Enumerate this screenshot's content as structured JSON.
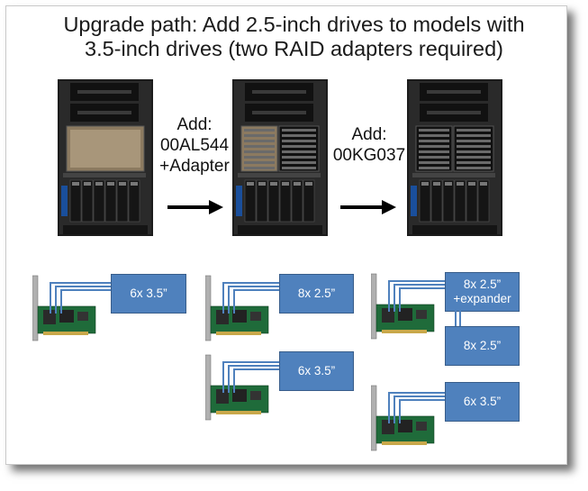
{
  "title": {
    "line1": "Upgrade path: Add 2.5-inch drives to models with",
    "line2": "3.5-inch drives (two RAID adapters required)"
  },
  "steps": [
    {
      "line1": "Add:",
      "line2": "00AL544",
      "line3": "+Adapter"
    },
    {
      "line1": "Add:",
      "line2": "00KG037"
    }
  ],
  "configs": {
    "config1": {
      "box1": "6x 3.5”"
    },
    "config2": {
      "box1": "8x 2.5”",
      "box2": "6x 3.5”"
    },
    "config3": {
      "box1_line1": "8x 2.5”",
      "box1_line2": "+expander",
      "box2": "8x 2.5”",
      "box3": "6x 3.5”"
    }
  },
  "colors": {
    "box_fill": "#4f81bd",
    "box_border": "#385d8a",
    "cable": "#4f81bd"
  }
}
